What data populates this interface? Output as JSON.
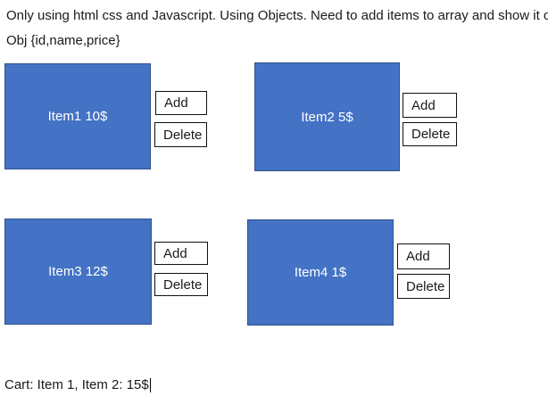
{
  "page": {
    "intro_line1": "Only using html css and Javascript. Using Objects. Need to add items to array and show it on the cart.",
    "intro_line2": "Obj {id,name,price}",
    "cart_text": "Cart: Item 1, Item 2: 15$"
  },
  "colors": {
    "item_fill": "#4472C4",
    "item_border": "#2F528F",
    "button_border": "#111111"
  },
  "items": [
    {
      "label": "Item1 10$",
      "add_label": "Add",
      "delete_label": "Delete"
    },
    {
      "label": "Item2 5$",
      "add_label": "Add",
      "delete_label": "Delete"
    },
    {
      "label": "Item3 12$",
      "add_label": "Add",
      "delete_label": "Delete"
    },
    {
      "label": "Item4 1$",
      "add_label": "Add",
      "delete_label": "Delete"
    }
  ]
}
